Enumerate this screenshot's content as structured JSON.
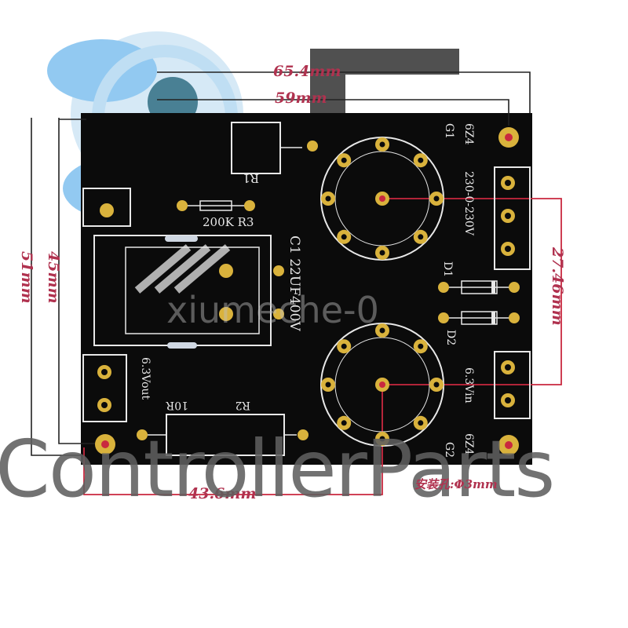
{
  "dimensions": {
    "outer_width": "65.4mm",
    "inner_width": "59mm",
    "tube_spacing": "27.46mm",
    "hole_spacing_x": "43.6mm",
    "hole_spacing_y": "45mm",
    "board_height": "51mm"
  },
  "mounting_note": "安装孔:Φ3mm",
  "silkscreen": {
    "r1": "R1",
    "r3": "200K R3",
    "c1": "C1 22UF400V",
    "d1": "D1",
    "d2": "D2",
    "tube1": "6Z4",
    "tube1_ref": "G1",
    "tube2": "6Z4",
    "tube2_ref": "G2",
    "ac_in": "230-0-230V",
    "heater_in": "6.3Vin",
    "heater_out": "6.3Vout",
    "r2": "R2",
    "r2_value": "10R"
  },
  "watermarks": {
    "brand": "ControllerParts",
    "shop": "xiumeche-0"
  },
  "colors": {
    "board": "#0b0b0b",
    "pad": "#d9b23c",
    "dimension": "#b0324f",
    "silk": "#e8e8e8"
  }
}
